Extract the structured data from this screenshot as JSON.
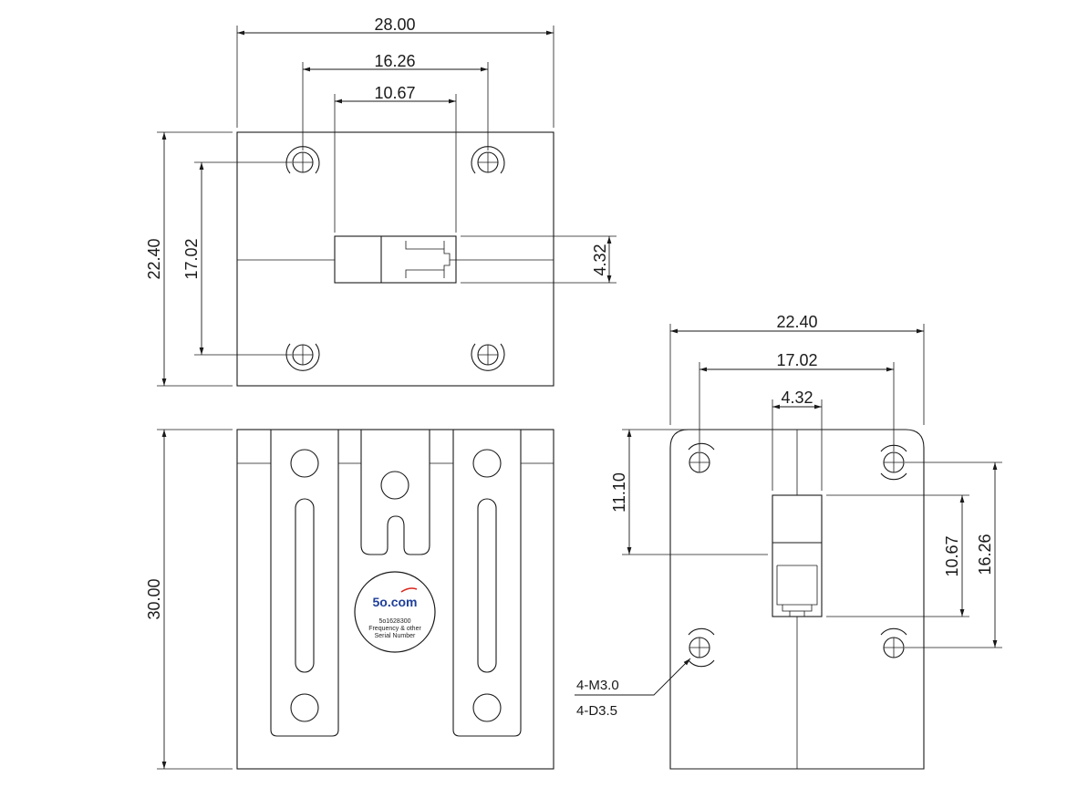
{
  "dimensions": {
    "top_width": "28.00",
    "top_hole_spacing": "16.26",
    "top_port_width": "10.67",
    "top_height": "22.40",
    "top_hole_vspacing": "17.02",
    "top_port_height": "4.32",
    "front_height": "30.00",
    "side_width": "22.40",
    "side_hole_spacing": "17.02",
    "side_port_width": "4.32",
    "side_offset": "11.10",
    "side_port_height": "10.67",
    "side_hole_vspacing": "16.26"
  },
  "callouts": {
    "thread": "4-M3.0",
    "hole": "4-D3.5"
  },
  "label": {
    "brand": "5o.com",
    "part_number": "5o1628300",
    "line2": "Frequency & other",
    "line3": "Serial Number",
    "brand_color": "#1f3f9a"
  }
}
